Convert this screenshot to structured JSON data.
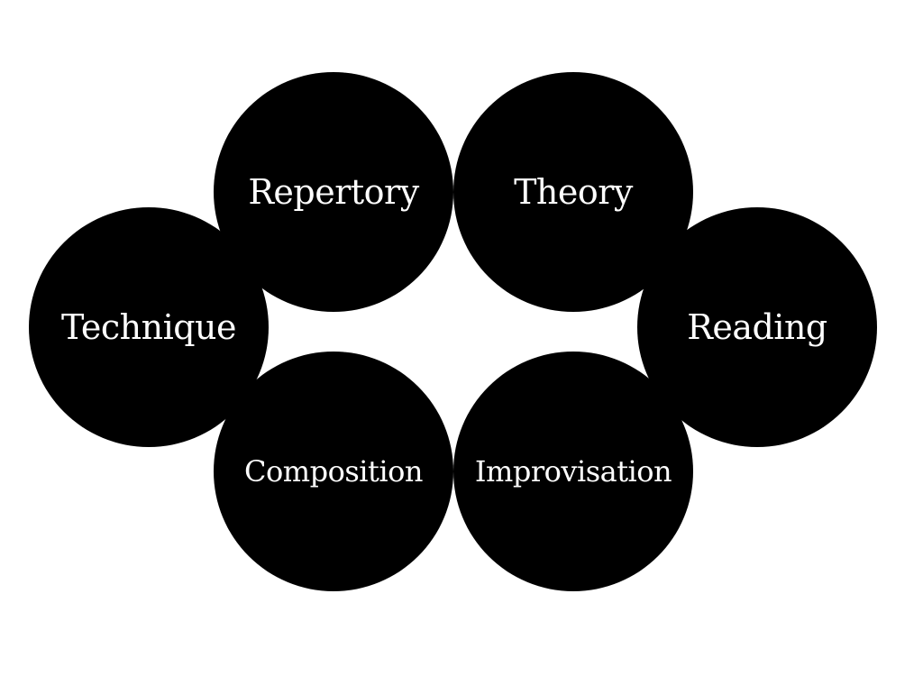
{
  "colors": {
    "background": "#ffffff",
    "circle_fill": "#000000",
    "label_text": "#ffffff"
  },
  "nodes": [
    {
      "id": "repertory",
      "label": "Repertory"
    },
    {
      "id": "theory",
      "label": "Theory"
    },
    {
      "id": "technique",
      "label": "Technique"
    },
    {
      "id": "reading",
      "label": "Reading"
    },
    {
      "id": "composition",
      "label": "Composition"
    },
    {
      "id": "improvisation",
      "label": "Improvisation"
    }
  ]
}
